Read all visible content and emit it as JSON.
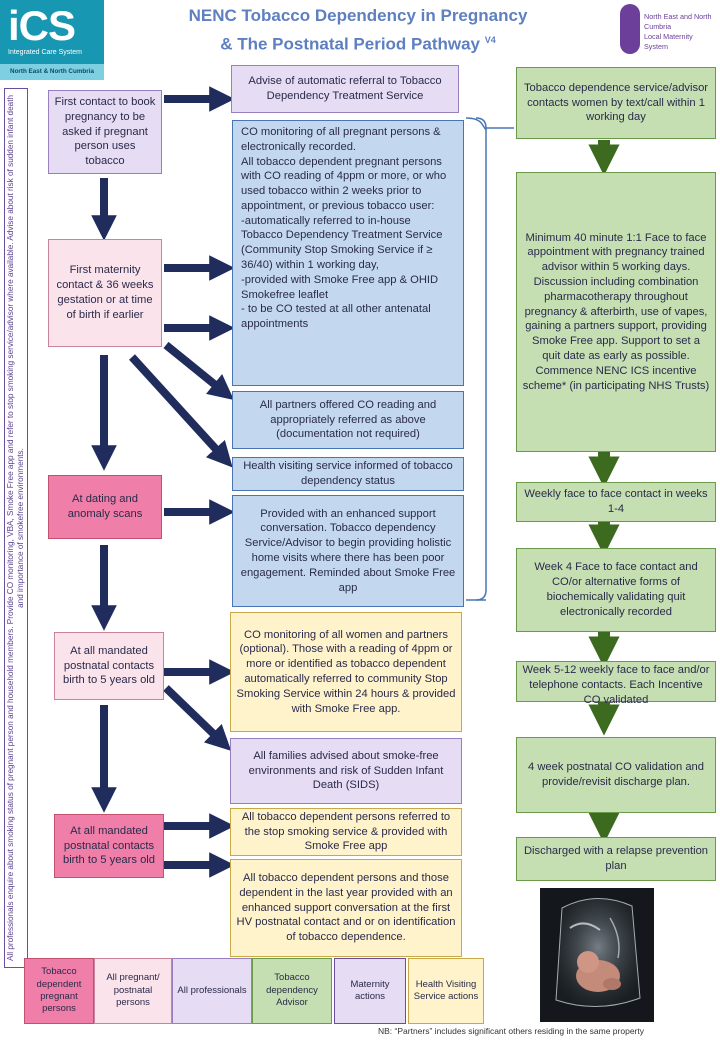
{
  "header": {
    "title_line1": "NENC Tobacco  Dependency in Pregnancy",
    "title_line2": "& The Postnatal  Period Pathway",
    "version": "V4"
  },
  "logos": {
    "ics_big": "iCS",
    "ics_sub": "Integrated Care System",
    "ics_region": "North East & North Cumbria",
    "lms_line1": "North East and North Cumbria",
    "lms_line2": "Local Maternity System"
  },
  "side_note": "All professionals enquire about smoking status of pregnant person and household members.  Provide CO monitoring, VBA, Smoke Free app and refer to stop smoking service/advisor where available.  Advise about risk of sudden infant death and importance of smokefree environments.",
  "left_steps": [
    "First contact to book pregnancy to be asked if pregnant person uses tobacco",
    "First maternity contact & 36 weeks gestation or at time of birth if earlier",
    "At dating and anomaly scans",
    "At all mandated postnatal contacts birth to 5 years old",
    "At all mandated postnatal contacts birth to 5 years old"
  ],
  "middle_boxes": {
    "auto_referral": "Advise of automatic referral to Tobacco Dependency Treatment Service",
    "co_monitoring": [
      "CO monitoring of all pregnant persons & electronically recorded.",
      "All tobacco dependent  pregnant persons with CO reading of 4ppm or more, or who used tobacco within 2 weeks prior to appointment, or previous tobacco user:",
      "-automatically referred to in-house Tobacco Dependency Treatment Service (Community Stop Smoking Service if ≥ 36/40) within 1 working day,",
      "-provided with Smoke Free app & OHID Smokefree  leaflet",
      "- to be CO tested  at all other antenatal appointments"
    ],
    "partners": "All partners offered CO reading and appropriately referred as above (documentation not required)",
    "health_visiting": "Health visiting service informed of tobacco dependency  status",
    "enhanced_support": "Provided with an enhanced support conversation. Tobacco dependency Service/Advisor to begin providing holistic home visits where there has been poor engagement.   Reminded about Smoke Free app",
    "postnatal_co": "CO monitoring of all women and partners (optional).  Those with a reading of 4ppm or more or identified as tobacco dependent  automatically referred to community Stop Smoking Service within 24 hours & provided with Smoke Free app.",
    "families_advised": "All families advised about smoke-free environments and risk of Sudden Infant Death  (SIDS)",
    "referred_stop": "All tobacco dependent  persons referred to the  stop smoking service & provided with Smoke  Free app",
    "last_year": "All tobacco dependent persons and those dependent  in the last year provided with an enhanced support conversation at the first HV postnatal contact and or on identification of tobacco dependence."
  },
  "right_steps": [
    "Tobacco dependence service/advisor contacts women  by text/call within 1 working day",
    "Minimum 40 minute 1:1 Face to face appointment with pregnancy trained advisor within 5 working days. Discussion including combination pharmacotherapy throughout pregnancy & afterbirth, use of vapes, gaining a partners support, providing Smoke Free app. Support to set a quit date as early as possible. Commence  NENC  ICS incentive scheme*  (in participating NHS Trusts)",
    "Weekly face to face contact in weeks 1-4",
    "Week 4 Face to face contact and CO/or alternative forms of biochemically validating quit electronically recorded",
    "Week  5-12 weekly face to face and/or telephone contacts. Each Incentive CO validated",
    "4 week  postnatal CO validation and provide/revisit discharge plan.",
    "Discharged with a relapse prevention plan"
  ],
  "legend": [
    {
      "label": "Tobacco dependent pregnant persons",
      "color": "#ef7fa8"
    },
    {
      "label": "All pregnant/ postnatal persons",
      "color": "#fbe3ec"
    },
    {
      "label": "All professionals",
      "color": "#e6dcf3"
    },
    {
      "label": "Tobacco dependency Advisor",
      "color": "#c5dfb3"
    },
    {
      "label": "Maternity actions",
      "color": "#e6dcf3"
    },
    {
      "label": "Health Visiting Service actions",
      "color": "#fff3cc"
    }
  ],
  "footnote": "NB: “Partners” includes significant others residing in the same property"
}
